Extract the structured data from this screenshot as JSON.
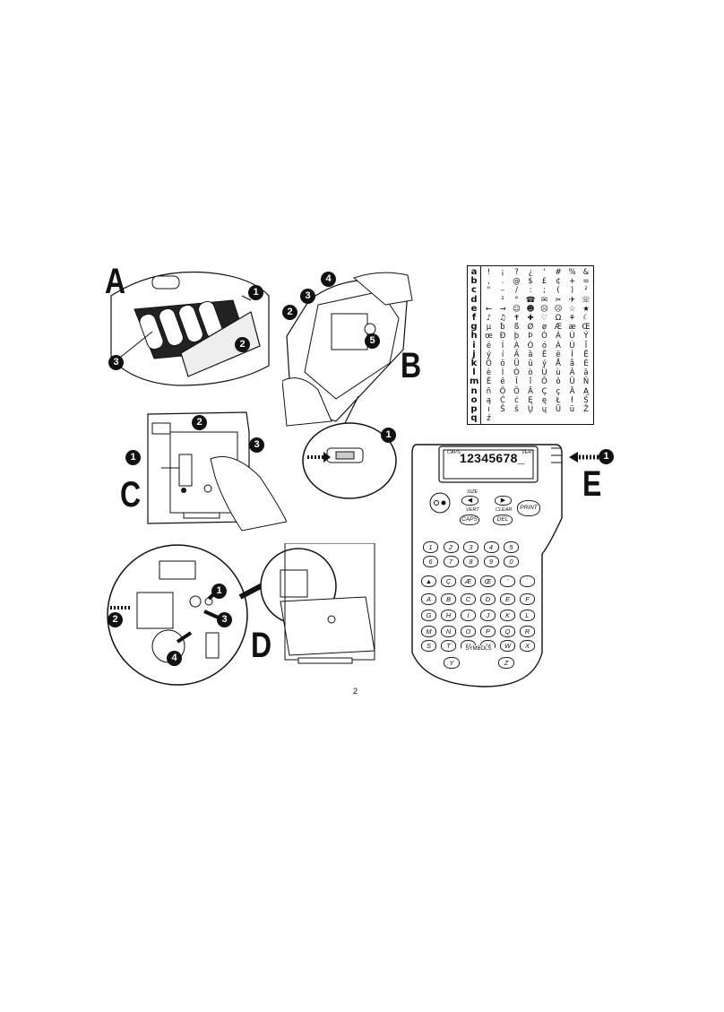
{
  "figures": {
    "A": {
      "label": "A",
      "callouts": [
        "1",
        "2",
        "3"
      ]
    },
    "B": {
      "label": "B",
      "callouts": [
        "4",
        "3",
        "2",
        "5",
        "1"
      ]
    },
    "C": {
      "label": "C",
      "callouts": [
        "2",
        "1",
        "3"
      ]
    },
    "D": {
      "label": "D",
      "callouts": [
        "1",
        "2",
        "3",
        "4"
      ]
    },
    "E": {
      "label": "E",
      "callouts": [
        "1"
      ]
    }
  },
  "symbols_table": {
    "rows": [
      {
        "key": "a",
        "cells": [
          "!",
          "¡",
          "?",
          "¿",
          "'",
          "#",
          "%",
          "&"
        ]
      },
      {
        "key": "b",
        "cells": [
          ",",
          ".",
          "@",
          "$",
          "£",
          "¢",
          "+",
          "="
        ]
      },
      {
        "key": "c",
        "cells": [
          "\"",
          "–",
          "/",
          ":",
          ";",
          "(",
          ")",
          "²"
        ]
      },
      {
        "key": "d",
        "cells": [
          "",
          "²",
          "°",
          "☎",
          "✉",
          "✂",
          "✈",
          "☏"
        ]
      },
      {
        "key": "e",
        "cells": [
          "←",
          "→",
          "☺",
          "☻",
          "☹",
          "☹",
          "☆",
          "★"
        ]
      },
      {
        "key": "f",
        "cells": [
          "♪",
          "♫",
          "✝",
          "✚",
          "♡",
          "Ω",
          "⚘",
          "☾"
        ]
      },
      {
        "key": "g",
        "cells": [
          "µ",
          "ƀ",
          "ß",
          "Ø",
          "ø",
          "Æ",
          "æ",
          "Œ"
        ]
      },
      {
        "key": "h",
        "cells": [
          "œ",
          "Đ",
          "þ",
          "Þ",
          "Ó",
          "Á",
          "Ú",
          "Ý"
        ]
      },
      {
        "key": "i",
        "cells": [
          "é",
          "Í",
          "Á",
          "Ó",
          "ó",
          "Á",
          "Ú",
          "Ï"
        ]
      },
      {
        "key": "j",
        "cells": [
          "ý",
          "í",
          "Ã",
          "ã",
          "Ê",
          "ë",
          "Î",
          "Ë"
        ]
      },
      {
        "key": "k",
        "cells": [
          "Ö",
          "ö",
          "Ü",
          "ü",
          "ý",
          "Å",
          "å",
          "É"
        ]
      },
      {
        "key": "l",
        "cells": [
          "è",
          "Ì",
          "Ò",
          "ò",
          "Ù",
          "ù",
          "Â",
          "â"
        ]
      },
      {
        "key": "m",
        "cells": [
          "Ê",
          "ê",
          "Î",
          "î",
          "Ô",
          "ô",
          "Û",
          "Ñ"
        ]
      },
      {
        "key": "n",
        "cells": [
          "ñ",
          "Ö",
          "Ö",
          "Ä",
          "Ç",
          "ç",
          "Ä",
          "Ą"
        ]
      },
      {
        "key": "o",
        "cells": [
          "ą",
          "Ć",
          "ć",
          "Ę",
          "ę",
          "Ł",
          "ł",
          "Ś"
        ]
      },
      {
        "key": "p",
        "cells": [
          "ı",
          "Š",
          "š",
          "Ų",
          "ų",
          "Ū",
          "ū",
          "Ž"
        ]
      },
      {
        "key": "q",
        "cells": [
          "ź",
          "",
          "",
          "",
          "",
          "",
          "",
          ""
        ]
      }
    ]
  },
  "device": {
    "lcd_text": "12345678_",
    "lcd_left_indicator": "CAPS",
    "lcd_right_indicator": "VERT",
    "function_keys": {
      "size_label": "SIZE",
      "vert_label": "VERT",
      "caps_label": "CAPS",
      "clear_label": "CLEAR",
      "del_label": "DEL",
      "print_label": "PRINT",
      "symbols_label": "SYMBOLS"
    },
    "key_rows": [
      [
        "1",
        "2",
        "3",
        "4",
        "5"
      ],
      [
        "6",
        "7",
        "8",
        "9",
        "0"
      ],
      [
        "▲",
        "Ç",
        "Æ",
        "Œ",
        "'",
        "`"
      ],
      [
        "A",
        "B",
        "C",
        "D",
        "E",
        "F"
      ],
      [
        "G",
        "H",
        "I",
        "J",
        "K",
        "L"
      ],
      [
        "M",
        "N",
        "O",
        "P",
        "Q",
        "R"
      ],
      [
        "S",
        "T",
        "U",
        "V",
        "W",
        "X"
      ]
    ],
    "bottom_keys": [
      "Y",
      "Z"
    ]
  },
  "page_number": "2"
}
